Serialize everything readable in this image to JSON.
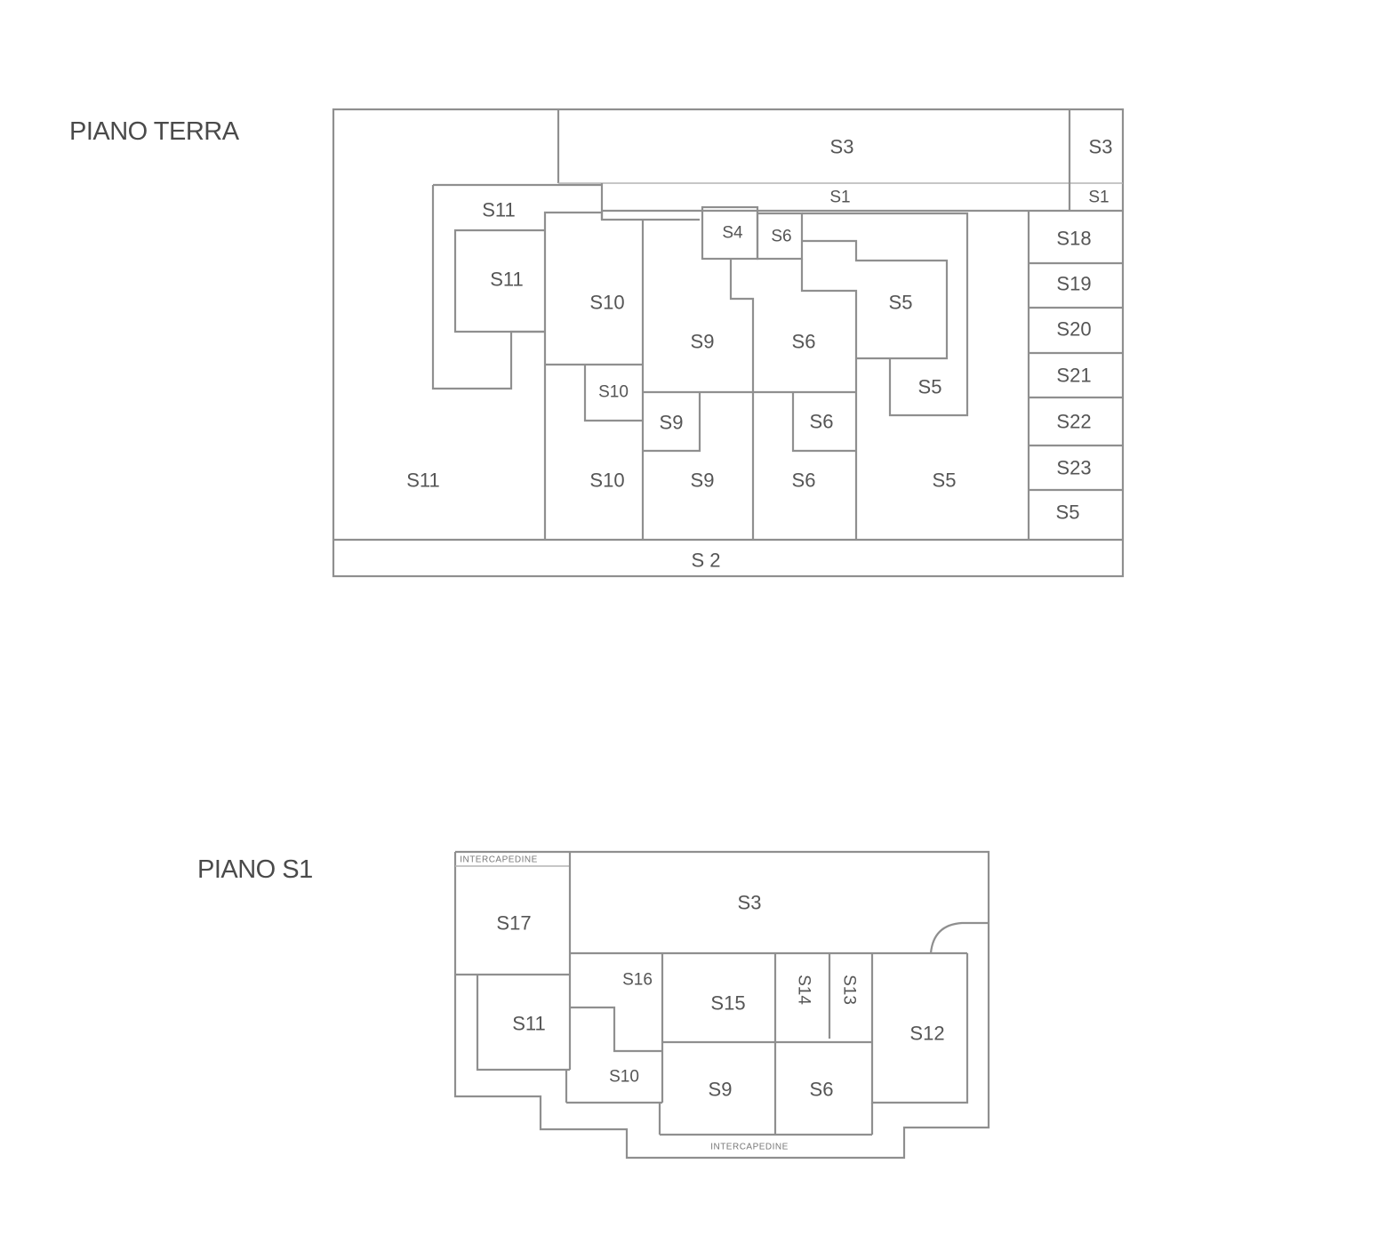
{
  "floors": [
    {
      "title": "PIANO TERRA",
      "rooms": [
        "S3",
        "S3",
        "S1",
        "S1",
        "S11",
        "S11",
        "S11",
        "S10",
        "S10",
        "S10",
        "S4",
        "S6",
        "S5",
        "S9",
        "S9",
        "S9",
        "S6",
        "S6",
        "S6",
        "S5",
        "S5",
        "S18",
        "S19",
        "S20",
        "S21",
        "S22",
        "S23",
        "S5",
        "S 2"
      ]
    },
    {
      "title": "PIANO S1",
      "rooms": [
        "S3",
        "S17",
        "S16",
        "S15",
        "S14",
        "S13",
        "S11",
        "S12",
        "S10",
        "S9",
        "S6"
      ],
      "notes": [
        "INTERCAPEDINE",
        "INTERCAPEDINE"
      ]
    }
  ]
}
